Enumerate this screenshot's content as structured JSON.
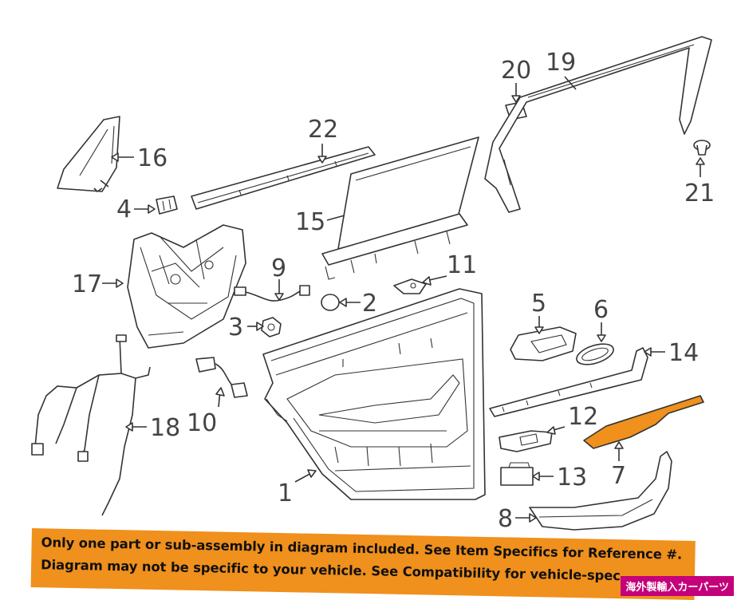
{
  "callouts": [
    "20",
    "19",
    "16",
    "22",
    "4",
    "15",
    "21",
    "9",
    "11",
    "17",
    "2",
    "3",
    "5",
    "6",
    "14",
    "18",
    "10",
    "12",
    "7",
    "13",
    "1",
    "8"
  ],
  "disclaimer": {
    "line1": "Only one part or sub-assembly in diagram included. See Item Specifics for Reference #.",
    "line2": "Diagram may not be specific to your vehicle. See Compatibility for vehicle-spec"
  },
  "shop_tag": "海外製輸入カーパーツ",
  "colors": {
    "highlight": "#f0901d",
    "banner": "#f0901d",
    "tag": "#c4007a",
    "ink": "#333333"
  }
}
